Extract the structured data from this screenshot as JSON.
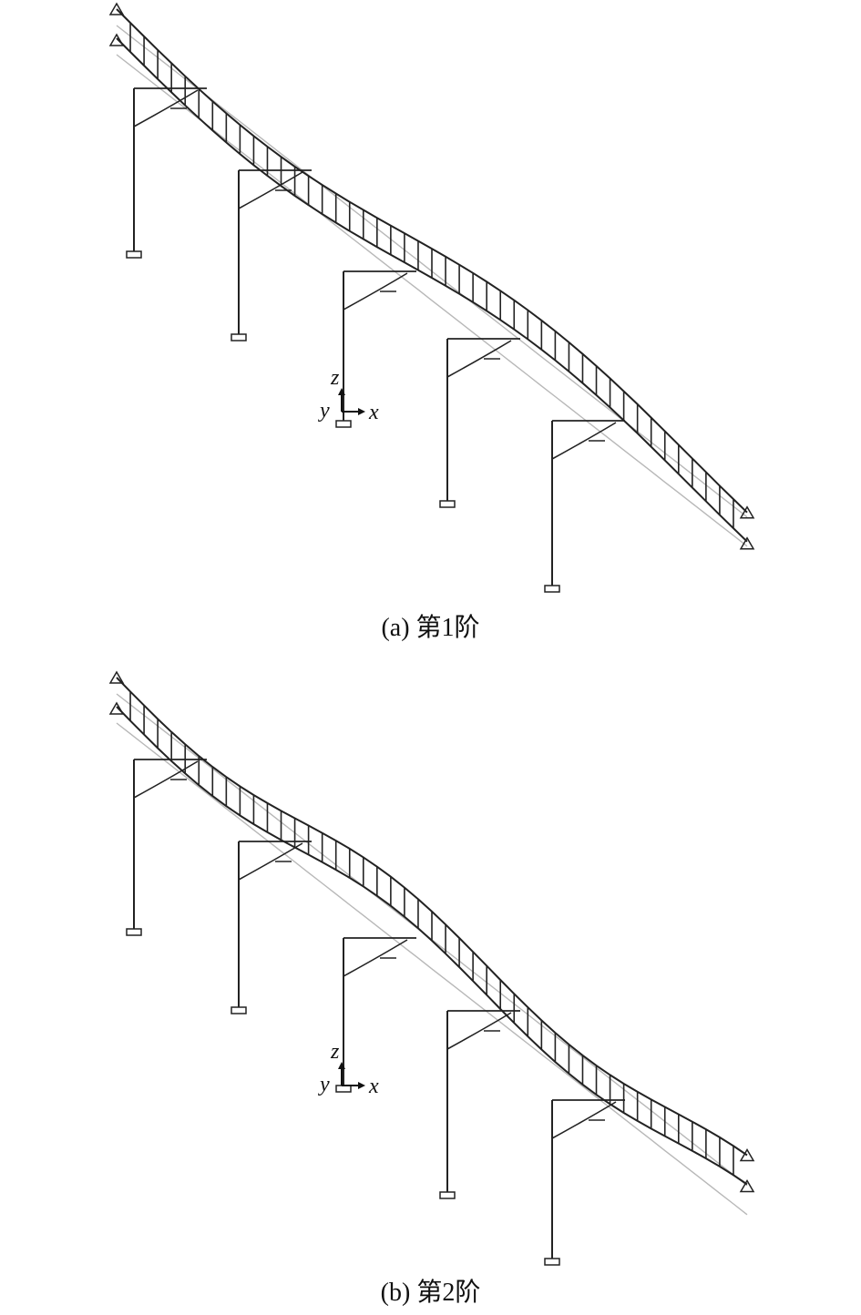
{
  "figures": [
    {
      "id": "a",
      "caption": "(a) 第1阶",
      "axes": {
        "vertical": "z",
        "out_of_plane": "y",
        "horizontal": "x"
      },
      "piers": 5
    },
    {
      "id": "b",
      "caption": "(b) 第2阶",
      "axes": {
        "vertical": "z",
        "out_of_plane": "y",
        "horizontal": "x"
      },
      "piers": 5
    }
  ],
  "colors": {
    "deformed": "#222222",
    "undeformed": "#b8b8b8",
    "background": "#ffffff"
  }
}
